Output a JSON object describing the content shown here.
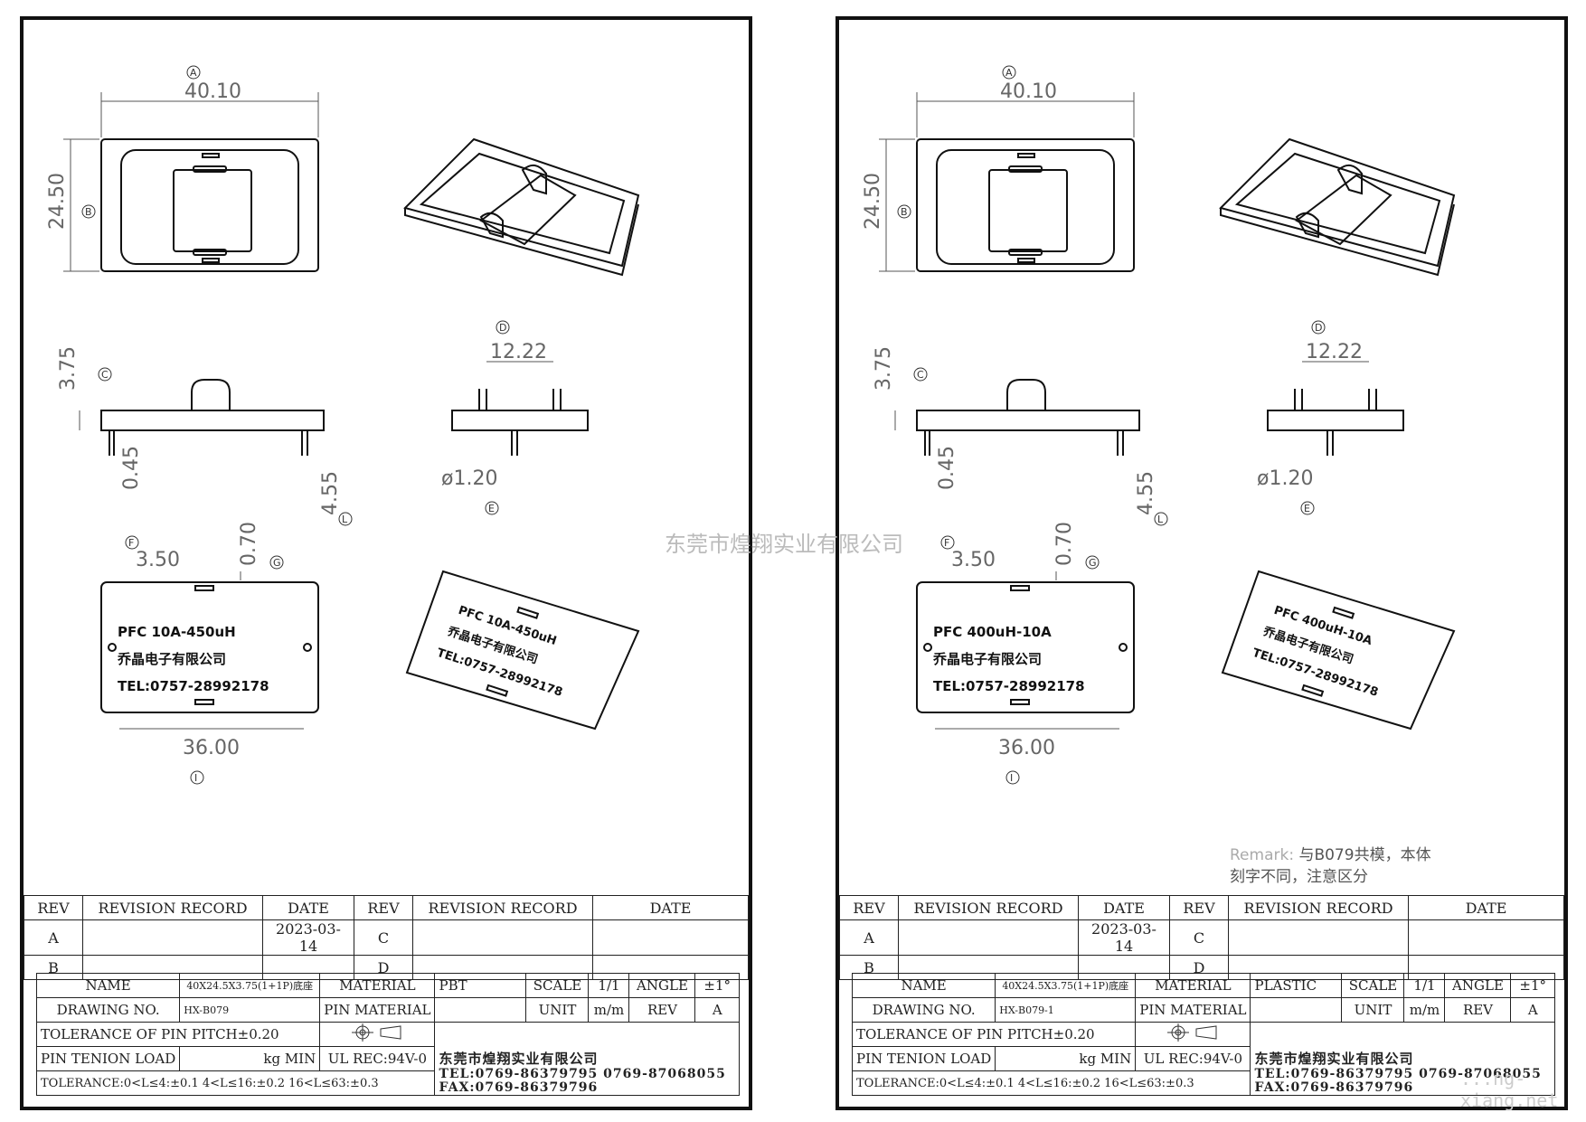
{
  "sheets": [
    {
      "dims": {
        "width": "40.10",
        "height": "24.50",
        "side_height": "3.75",
        "pin_dia_small": "0.45",
        "pin_len": "4.55",
        "pin_span": "12.22",
        "pin_dia": "ø1.20",
        "slot_offset": "3.50",
        "slot_width": "0.70",
        "base_width": "36.00"
      },
      "callouts": [
        "A",
        "B",
        "C",
        "D",
        "E",
        "F",
        "G",
        "L",
        "I"
      ],
      "engraving": {
        "line1": "PFC   10A-450uH",
        "line2": "乔晶电子有限公司",
        "line3": "TEL:0757-28992178"
      },
      "revision_headers": [
        "REV",
        "REVISION RECORD",
        "DATE",
        "REV",
        "REVISION RECORD",
        "DATE"
      ],
      "revision_rows": [
        [
          "A",
          "",
          "2023-03-14",
          "C",
          "",
          ""
        ],
        [
          "B",
          "",
          "",
          "D",
          "",
          ""
        ]
      ],
      "info": {
        "name_label": "NAME",
        "name_value": "40X24.5X3.75(1+1P)底座",
        "material_label": "MATERIAL",
        "material_value": "PBT",
        "scale_label": "SCALE",
        "scale_value": "1/1",
        "angle_label": "ANGLE",
        "angle_value": "±1°",
        "drawing_no_label": "DRAWING NO.",
        "drawing_no_value": "HX-B079",
        "pin_material_label": "PIN MATERIAL",
        "unit_label": "UNIT",
        "unit_value": "m/m",
        "rev_label": "REV",
        "rev_value": "A",
        "tolerance_pitch": "TOLERANCE OF PIN PITCH±0.20",
        "pin_tension": "PIN TENION LOAD",
        "kg_min": "kg MIN",
        "ul_rec": "UL REC:94V-0",
        "tolerance": "TOLERANCE:0<L≤4:±0.1  4<L≤16:±0.2  16<L≤63:±0.3",
        "company": "东莞市煌翔实业有限公司",
        "tel": "TEL:0769-86379795    0769-87068055",
        "fax": "FAX:0769-86379796"
      }
    },
    {
      "dims": {
        "width": "40.10",
        "height": "24.50",
        "side_height": "3.75",
        "pin_dia_small": "0.45",
        "pin_len": "4.55",
        "pin_span": "12.22",
        "pin_dia": "ø1.20",
        "slot_offset": "3.50",
        "slot_width": "0.70",
        "base_width": "36.00"
      },
      "callouts": [
        "A",
        "B",
        "C",
        "D",
        "E",
        "F",
        "G",
        "L",
        "I"
      ],
      "engraving": {
        "line1": "PFC   400uH-10A",
        "line2": "乔晶电子有限公司",
        "line3": "TEL:0757-28992178"
      },
      "remark": {
        "prefix": "Remark: ",
        "line1": "与B079共模，本体",
        "line2": "刻字不同，注意区分"
      },
      "revision_headers": [
        "REV",
        "REVISION RECORD",
        "DATE",
        "REV",
        "REVISION RECORD",
        "DATE"
      ],
      "revision_rows": [
        [
          "A",
          "",
          "2023-03-14",
          "C",
          "",
          ""
        ],
        [
          "B",
          "",
          "",
          "D",
          "",
          ""
        ]
      ],
      "info": {
        "name_label": "NAME",
        "name_value": "40X24.5X3.75(1+1P)底座",
        "material_label": "MATERIAL",
        "material_value": "PLASTIC",
        "scale_label": "SCALE",
        "scale_value": "1/1",
        "angle_label": "ANGLE",
        "angle_value": "±1°",
        "drawing_no_label": "DRAWING NO.",
        "drawing_no_value": "HX-B079-1",
        "pin_material_label": "PIN MATERIAL",
        "unit_label": "UNIT",
        "unit_value": "m/m",
        "rev_label": "REV",
        "rev_value": "A",
        "tolerance_pitch": "TOLERANCE OF PIN PITCH±0.20",
        "pin_tension": "PIN TENION LOAD",
        "kg_min": "kg MIN",
        "ul_rec": "UL REC:94V-0",
        "tolerance": "TOLERANCE:0<L≤4:±0.1  4<L≤16:±0.2  16<L≤63:±0.3",
        "company": "东莞市煌翔实业有限公司",
        "tel": "TEL:0769-86379795    0769-87068055",
        "fax": "FAX:0769-86379796"
      }
    }
  ],
  "watermark": "东莞市煌翔实业有限公司",
  "watermark_url": "...ng-xiang.net"
}
